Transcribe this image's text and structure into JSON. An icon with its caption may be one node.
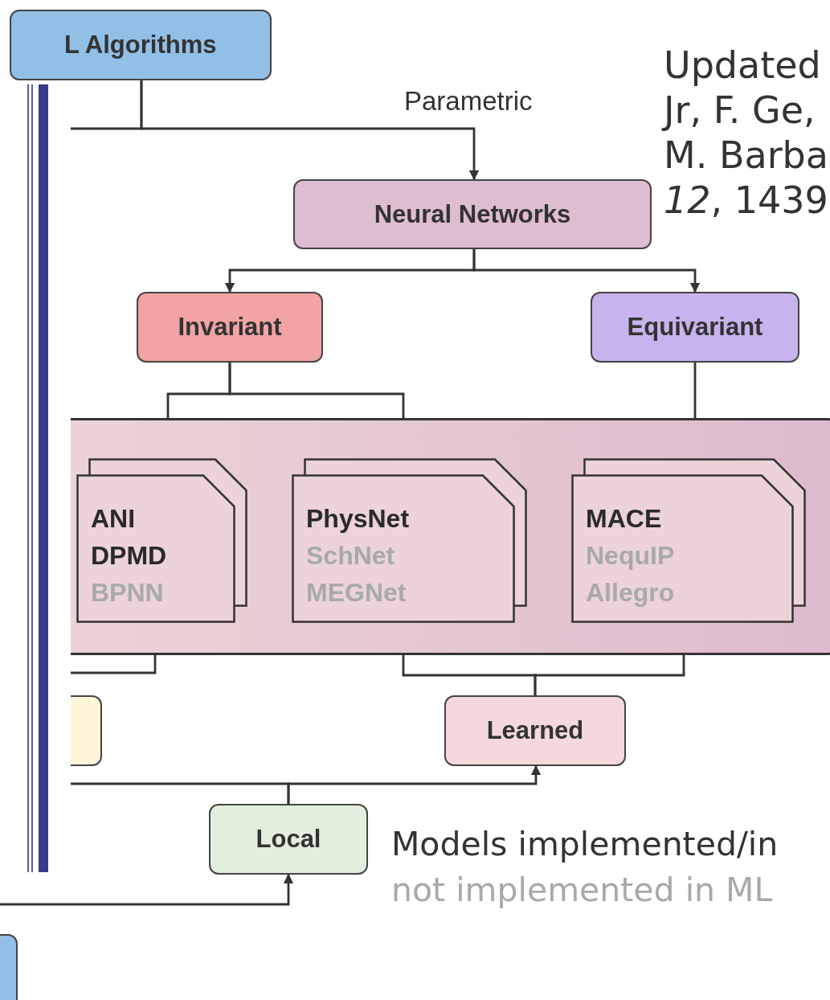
{
  "diagram": {
    "nodes": [
      {
        "text": [
          "L Algorithms"
        ]
      },
      {
        "text": [
          "Neural Networks"
        ]
      },
      {
        "text": [
          "Invariant"
        ]
      },
      {
        "text": [
          "Equivariant"
        ]
      },
      {
        "text": [],
        "shape": "box"
      },
      {
        "text": [
          "ANI",
          "DPMD",
          "BPNN"
        ],
        "in": 4
      },
      {
        "text": [
          "PhysNet",
          "SchNet",
          "MEGNet"
        ],
        "in": 4
      },
      {
        "text": [
          "MACE",
          "NequIP",
          "Allegro"
        ],
        "in": 4
      },
      {
        "text": [],
        "shape": "box"
      },
      {
        "text": [
          "Learned"
        ]
      },
      {
        "text": [
          "Local"
        ]
      },
      {
        "text": [],
        "shape": "box"
      }
    ],
    "edges": [
      {
        "from": 0,
        "to": 1,
        "arrow": "to",
        "label": "Parametric"
      },
      {
        "from": 0,
        "to": null,
        "arrow": "none"
      },
      {
        "from": 1,
        "to": 2,
        "arrow": "to"
      },
      {
        "from": 1,
        "to": 3,
        "arrow": "to"
      },
      {
        "from": 2,
        "to": 5,
        "arrow": "to"
      },
      {
        "from": 2,
        "to": 6,
        "arrow": "to"
      },
      {
        "from": 3,
        "to": 7,
        "arrow": "to"
      },
      {
        "from": null,
        "to": 5,
        "arrow": "to"
      },
      {
        "from": 9,
        "to": 6,
        "arrow": "to"
      },
      {
        "from": 9,
        "to": 7,
        "arrow": "to"
      },
      {
        "from": 10,
        "to": 9,
        "arrow": "to"
      },
      {
        "from": 10,
        "to": null,
        "arrow": "none"
      },
      {
        "from": null,
        "to": 10,
        "arrow": "to"
      }
    ],
    "labels": [
      "Updated",
      "Jr, F. Ge,",
      "M. Barba",
      "*12*, 1439",
      "Models implemented/in",
      "not implemented in ML"
    ]
  }
}
